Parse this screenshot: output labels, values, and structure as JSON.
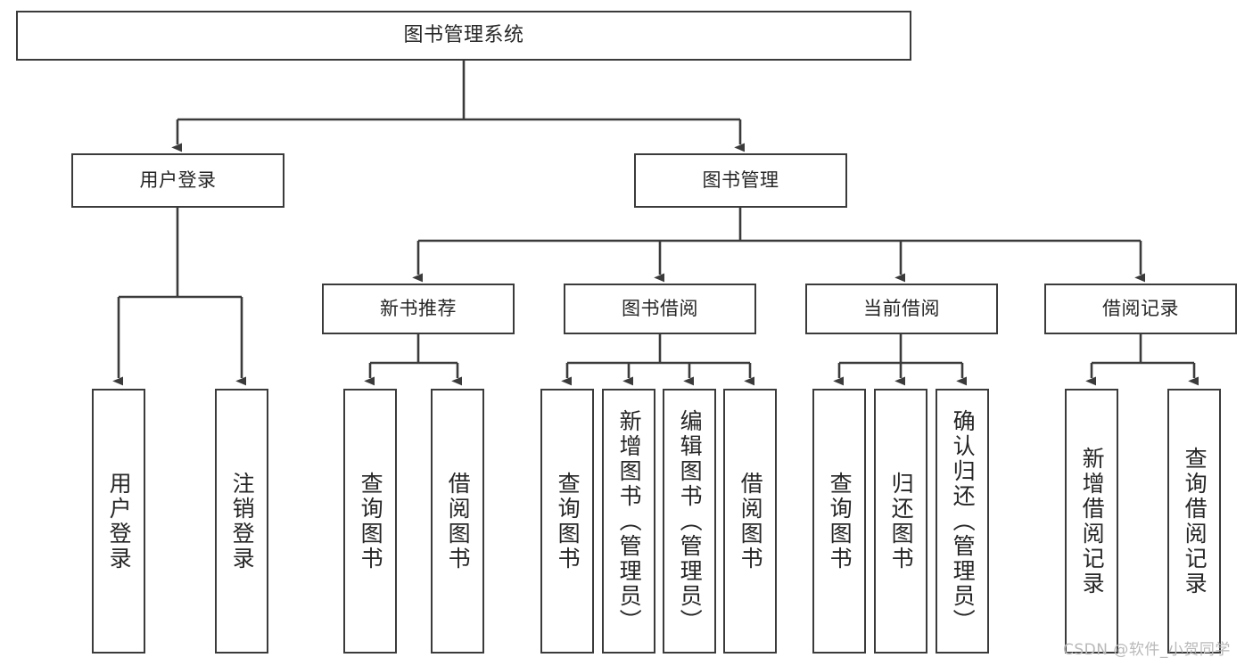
{
  "diagram": {
    "title": "图书管理系统",
    "watermark": "CSDN @软件_小贺同学",
    "colors": {
      "stroke": "#3b3b3b",
      "fill": "#ffffff",
      "text": "#262626",
      "watermark": "#b9b9b9"
    },
    "nodes": {
      "root": "图书管理系统",
      "level1": [
        "用户登录",
        "图书管理"
      ],
      "level2": [
        "新书推荐",
        "图书借阅",
        "当前借阅",
        "借阅记录"
      ],
      "leaves": {
        "user_login": [
          "用户登录",
          "注销登录"
        ],
        "new_book": [
          "查询图书",
          "借阅图书"
        ],
        "book_borrow": [
          "查询图书",
          "新增图书（管理员）",
          "编辑图书（管理员）",
          "借阅图书"
        ],
        "current_borrow": [
          "查询图书",
          "归还图书",
          "确认归还（管理员）"
        ],
        "borrow_record": [
          "新增借阅记录",
          "查询借阅记录"
        ]
      }
    }
  }
}
